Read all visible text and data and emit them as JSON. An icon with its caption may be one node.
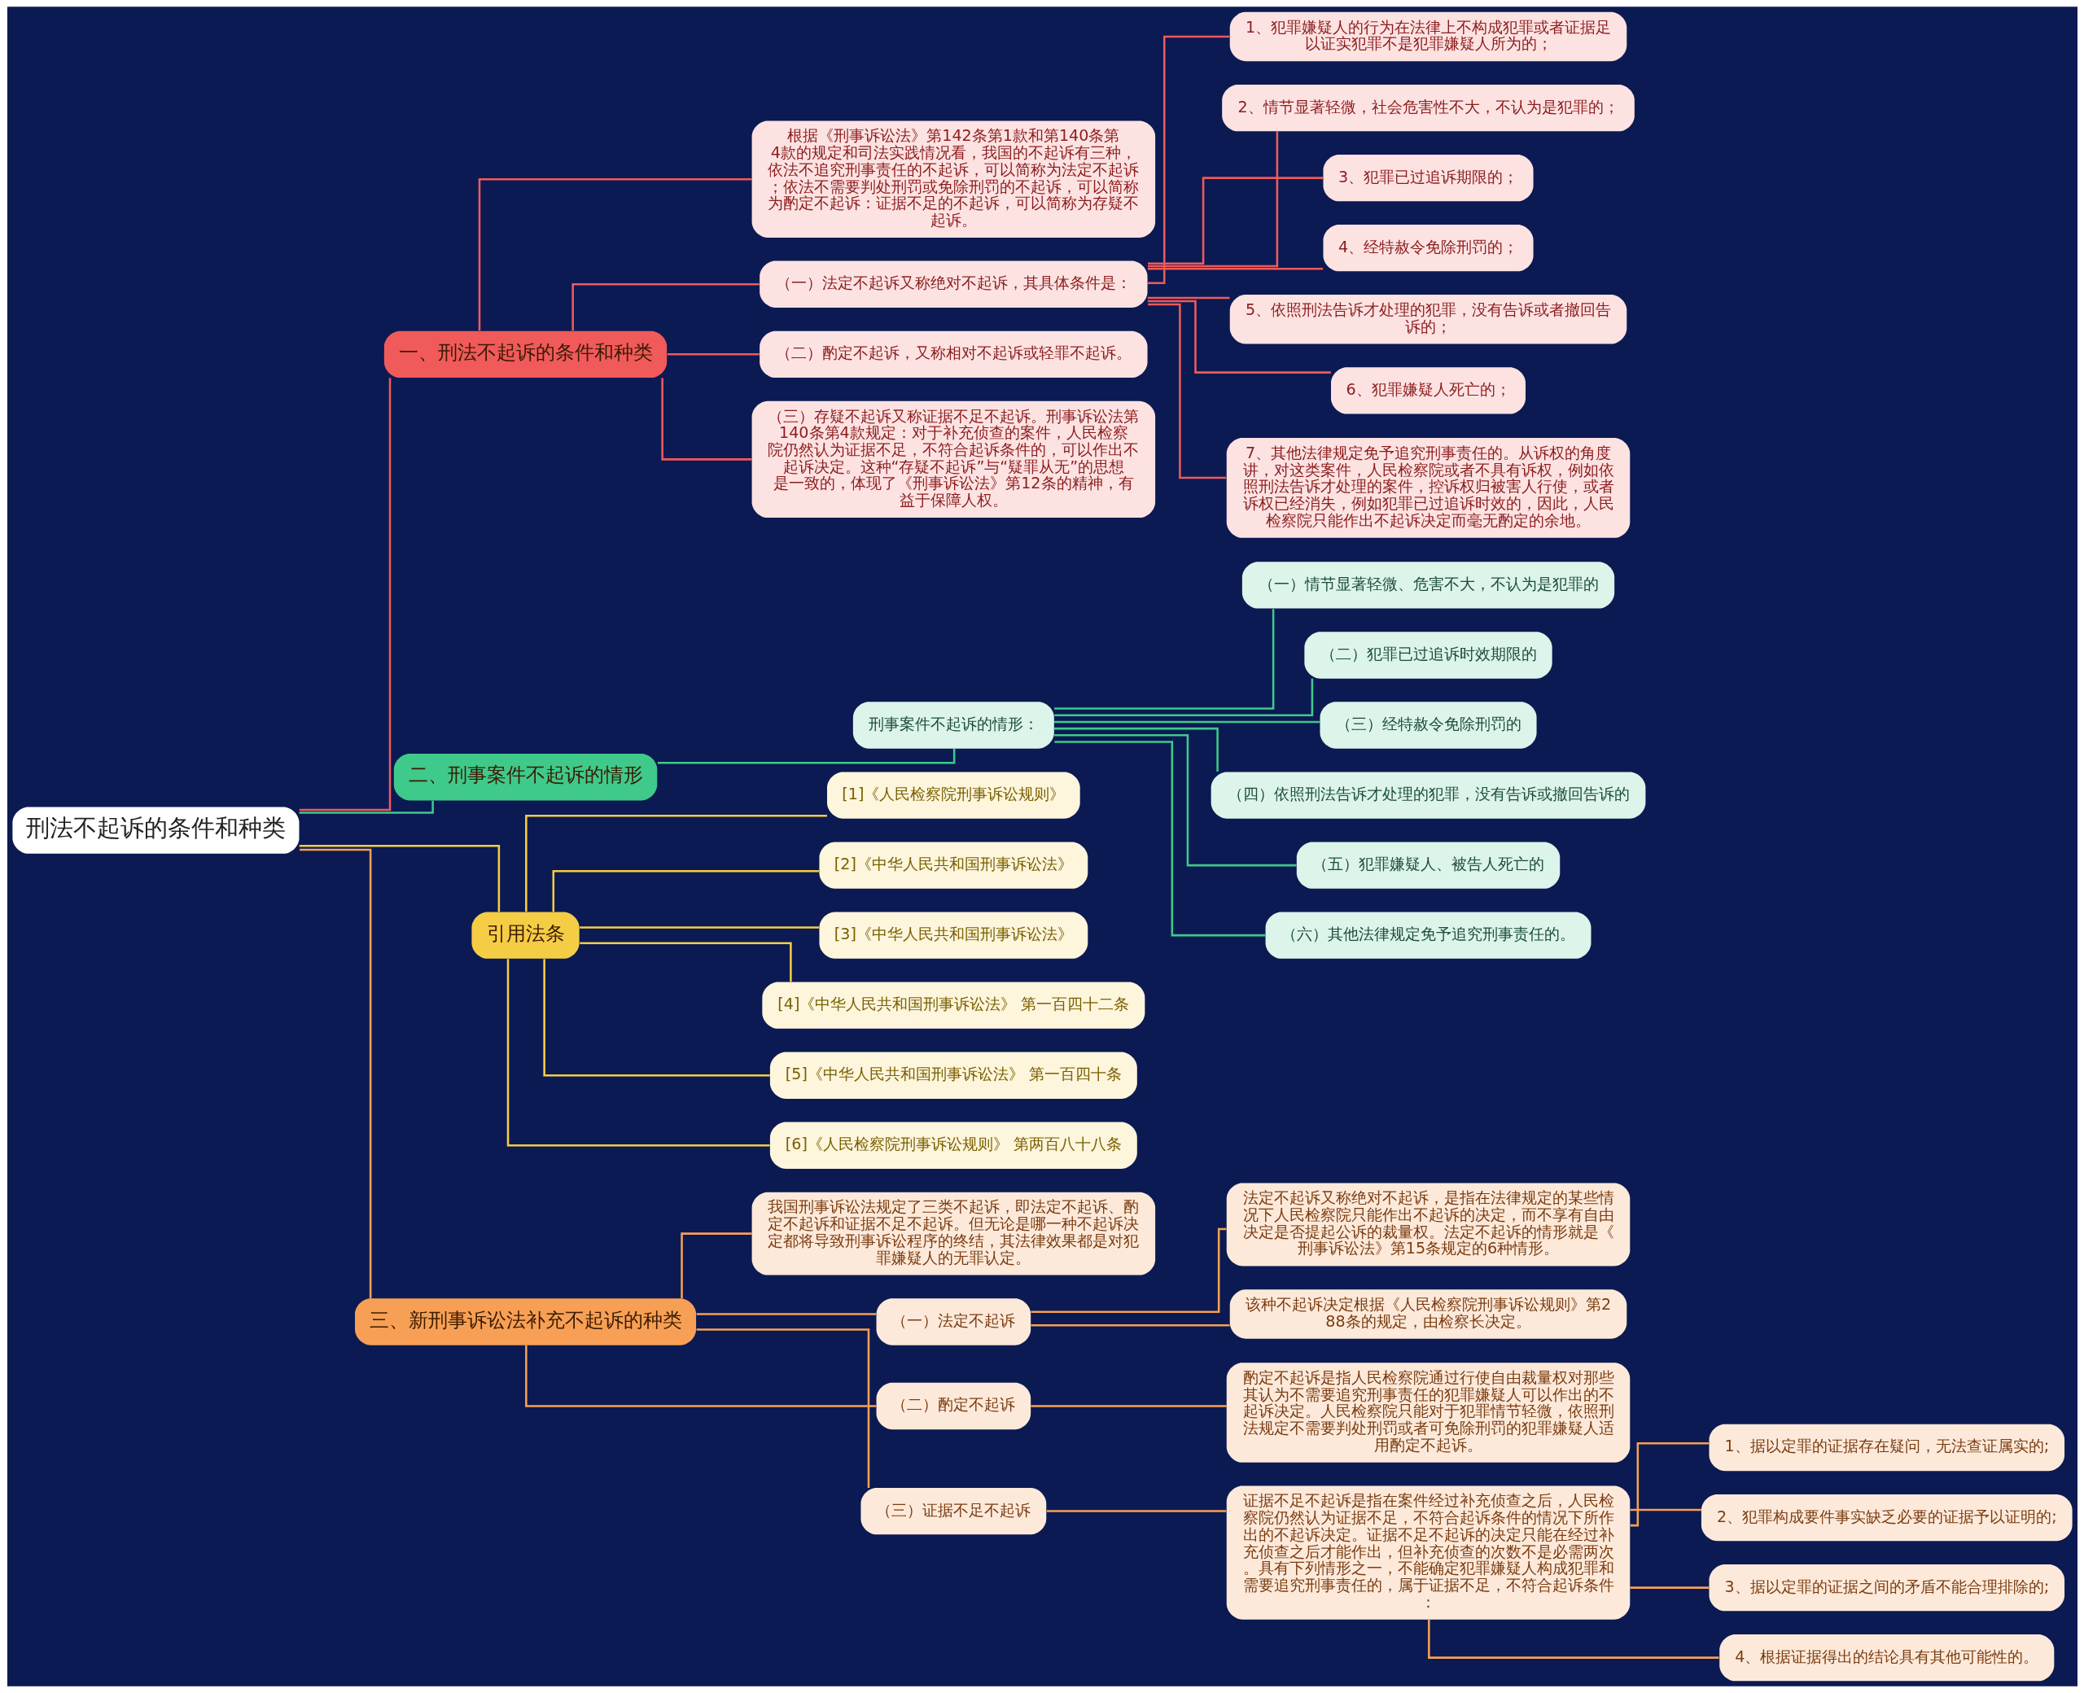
{
  "diagram": {
    "nodes": [
      {
        "text": [
          "刑法不起诉的条件和种类"
        ]
      },
      {
        "text": [
          "一、刑法不起诉的条件和种类"
        ]
      },
      {
        "text": [
          "根据《刑事诉讼法》第142条第1款和第140条第4款的规定和司法实践情况看，我国的不起诉有三种，依法不追究刑事责任的不起诉，可以简称为法定不起诉；依法不需要判处刑罚或免除刑罚的不起诉，可以简称为酌定不起诉：证据不足的不起诉，可以简称为存疑不起诉。"
        ]
      },
      {
        "text": [
          "（一）法定不起诉又称绝对不起诉，其具体条件是："
        ]
      },
      {
        "text": [
          "1、犯罪嫌疑人的行为在法律上不构成犯罪或者证据足以证实犯罪不是犯罪嫌疑人所为的；"
        ]
      },
      {
        "text": [
          "2、情节显著轻微，社会危害性不大，不认为是犯罪的；"
        ]
      },
      {
        "text": [
          "3、犯罪已过追诉期限的；"
        ]
      },
      {
        "text": [
          "4、经特赦令免除刑罚的；"
        ]
      },
      {
        "text": [
          "5、依照刑法告诉才处理的犯罪，没有告诉或者撤回告诉的；"
        ]
      },
      {
        "text": [
          "6、犯罪嫌疑人死亡的；"
        ]
      },
      {
        "text": [
          "7、其他法律规定免予追究刑事责任的。从诉权的角度讲，对这类案件，人民检察院或者不具有诉权，例如依照刑法告诉才处理的案件，控诉权归被害人行使，或者诉权已经消失，例如犯罪已过追诉时效的，因此，人民检察院只能作出不起诉决定而毫无酌定的余地。"
        ]
      },
      {
        "text": [
          "（二）酌定不起诉，又称相对不起诉或轻罪不起诉。"
        ]
      },
      {
        "text": [
          "（三）存疑不起诉又称证据不足不起诉。刑事诉讼法第140条第4款规定：对于补充侦查的案件，人民检察院仍然认为证据不足，不符合起诉条件的，可以作出不起诉决定。这种“存疑不起诉”与“疑罪从无”的思想是一致的，体现了《刑事诉讼法》第12条的精神，有益于保障人权。"
        ]
      },
      {
        "text": [
          "二、刑事案件不起诉的情形"
        ]
      },
      {
        "text": [
          "刑事案件不起诉的情形："
        ]
      },
      {
        "text": [
          "（一）情节显著轻微、危害不大，不认为是犯罪的"
        ]
      },
      {
        "text": [
          "（二）犯罪已过追诉时效期限的"
        ]
      },
      {
        "text": [
          "（三）经特赦令免除刑罚的"
        ]
      },
      {
        "text": [
          "（四）依照刑法告诉才处理的犯罪，没有告诉或撤回告诉的"
        ]
      },
      {
        "text": [
          "（五）犯罪嫌疑人、被告人死亡的"
        ]
      },
      {
        "text": [
          "（六）其他法律规定免予追究刑事责任的。"
        ]
      },
      {
        "text": [
          "引用法条"
        ]
      },
      {
        "text": [
          "[1]《人民检察院刑事诉讼规则》"
        ]
      },
      {
        "text": [
          "[2]《中华人民共和国刑事诉讼法》"
        ]
      },
      {
        "text": [
          "[3]《中华人民共和国刑事诉讼法》"
        ]
      },
      {
        "text": [
          "[4]《中华人民共和国刑事诉讼法》 第一百四十二条"
        ]
      },
      {
        "text": [
          "[5]《中华人民共和国刑事诉讼法》 第一百四十条"
        ]
      },
      {
        "text": [
          "[6]《人民检察院刑事诉讼规则》 第两百八十八条"
        ]
      },
      {
        "text": [
          "三、新刑事诉讼法补充不起诉的种类"
        ]
      },
      {
        "text": [
          "我国刑事诉讼法规定了三类不起诉，即法定不起诉、酌定不起诉和证据不足不起诉。但无论是哪一种不起诉决定都将导致刑事诉讼程序的终结，其法律效果都是对犯罪嫌疑人的无罪认定。"
        ]
      },
      {
        "text": [
          "（一）法定不起诉"
        ]
      },
      {
        "text": [
          "法定不起诉又称绝对不起诉，是指在法律规定的某些情况下人民检察院只能作出不起诉的决定，而不享有自由决定是否提起公诉的裁量权。法定不起诉的情形就是《刑事诉讼法》第15条规定的6种情形。"
        ]
      },
      {
        "text": [
          "该种不起诉决定根据《人民检察院刑事诉讼规则》第288条的规定，由检察长决定。"
        ]
      },
      {
        "text": [
          "（二）酌定不起诉"
        ]
      },
      {
        "text": [
          "酌定不起诉是指人民检察院通过行使自由裁量权对那些其认为不需要追究刑事责任的犯罪嫌疑人可以作出的不起诉决定。人民检察院只能对于犯罪情节轻微，依照刑法规定不需要判处刑罚或者可免除刑罚的犯罪嫌疑人适用酌定不起诉。"
        ]
      },
      {
        "text": [
          "（三）证据不足不起诉"
        ]
      },
      {
        "text": [
          "证据不足不起诉是指在案件经过补充侦查之后，人民检察院仍然认为证据不足，不符合起诉条件的情况下所作出的不起诉决定。证据不足不起诉的决定只能在经过补充侦查之后才能作出，但补充侦查的次数不是必需两次。具有下列情形之一，不能确定犯罪嫌疑人构成犯罪和需要追究刑事责任的，属于证据不足，不符合起诉条件："
        ]
      },
      {
        "text": [
          "1、据以定罪的证据存在疑问，无法查证属实的;"
        ]
      },
      {
        "text": [
          "2、犯罪构成要件事实缺乏必要的证据予以证明的;"
        ]
      },
      {
        "text": [
          "3、据以定罪的证据之间的矛盾不能合理排除的;"
        ]
      },
      {
        "text": [
          "4、根据证据得出的结论具有其他可能性的。"
        ]
      }
    ],
    "edges": [
      {
        "from": 0,
        "to": 1,
        "arrow": "none",
        "color": "#f05a5a"
      },
      {
        "from": 1,
        "to": 2,
        "arrow": "none",
        "color": "#f05a5a"
      },
      {
        "from": 1,
        "to": 3,
        "arrow": "none",
        "color": "#f05a5a"
      },
      {
        "from": 3,
        "to": 4,
        "arrow": "none",
        "color": "#f05a5a"
      },
      {
        "from": 3,
        "to": 5,
        "arrow": "none",
        "color": "#f05a5a"
      },
      {
        "from": 3,
        "to": 6,
        "arrow": "none",
        "color": "#f05a5a"
      },
      {
        "from": 3,
        "to": 7,
        "arrow": "none",
        "color": "#f05a5a"
      },
      {
        "from": 3,
        "to": 8,
        "arrow": "none",
        "color": "#f05a5a"
      },
      {
        "from": 3,
        "to": 9,
        "arrow": "none",
        "color": "#f05a5a"
      },
      {
        "from": 3,
        "to": 10,
        "arrow": "none",
        "color": "#f05a5a"
      },
      {
        "from": 1,
        "to": 11,
        "arrow": "none",
        "color": "#f05a5a"
      },
      {
        "from": 1,
        "to": 12,
        "arrow": "none",
        "color": "#f05a5a"
      },
      {
        "from": 0,
        "to": 13,
        "arrow": "none",
        "color": "#3fc98b"
      },
      {
        "from": 13,
        "to": 14,
        "arrow": "none",
        "color": "#3fc98b"
      },
      {
        "from": 14,
        "to": 15,
        "arrow": "none",
        "color": "#3fc98b"
      },
      {
        "from": 14,
        "to": 16,
        "arrow": "none",
        "color": "#3fc98b"
      },
      {
        "from": 14,
        "to": 17,
        "arrow": "none",
        "color": "#3fc98b"
      },
      {
        "from": 14,
        "to": 18,
        "arrow": "none",
        "color": "#3fc98b"
      },
      {
        "from": 14,
        "to": 19,
        "arrow": "none",
        "color": "#3fc98b"
      },
      {
        "from": 14,
        "to": 20,
        "arrow": "none",
        "color": "#3fc98b"
      },
      {
        "from": 0,
        "to": 21,
        "arrow": "none",
        "color": "#f5cd45"
      },
      {
        "from": 21,
        "to": 22,
        "arrow": "none",
        "color": "#f5cd45"
      },
      {
        "from": 21,
        "to": 23,
        "arrow": "none",
        "color": "#f5cd45"
      },
      {
        "from": 21,
        "to": 24,
        "arrow": "none",
        "color": "#f5cd45"
      },
      {
        "from": 21,
        "to": 25,
        "arrow": "none",
        "color": "#f5cd45"
      },
      {
        "from": 21,
        "to": 26,
        "arrow": "none",
        "color": "#f5cd45"
      },
      {
        "from": 21,
        "to": 27,
        "arrow": "none",
        "color": "#f5cd45"
      },
      {
        "from": 0,
        "to": 28,
        "arrow": "none",
        "color": "#f7a055"
      },
      {
        "from": 28,
        "to": 29,
        "arrow": "none",
        "color": "#f7a055"
      },
      {
        "from": 28,
        "to": 30,
        "arrow": "none",
        "color": "#f7a055"
      },
      {
        "from": 30,
        "to": 31,
        "arrow": "none",
        "color": "#f7a055"
      },
      {
        "from": 30,
        "to": 32,
        "arrow": "none",
        "color": "#f7a055"
      },
      {
        "from": 28,
        "to": 33,
        "arrow": "none",
        "color": "#f7a055"
      },
      {
        "from": 33,
        "to": 34,
        "arrow": "none",
        "color": "#f7a055"
      },
      {
        "from": 28,
        "to": 35,
        "arrow": "none",
        "color": "#f7a055"
      },
      {
        "from": 35,
        "to": 36,
        "arrow": "none",
        "color": "#f7a055"
      },
      {
        "from": 36,
        "to": 37,
        "arrow": "none",
        "color": "#f7a055"
      },
      {
        "from": 36,
        "to": 38,
        "arrow": "none",
        "color": "#f7a055"
      },
      {
        "from": 36,
        "to": 39,
        "arrow": "none",
        "color": "#f7a055"
      },
      {
        "from": 36,
        "to": 40,
        "arrow": "none",
        "color": "#f7a055"
      }
    ]
  }
}
